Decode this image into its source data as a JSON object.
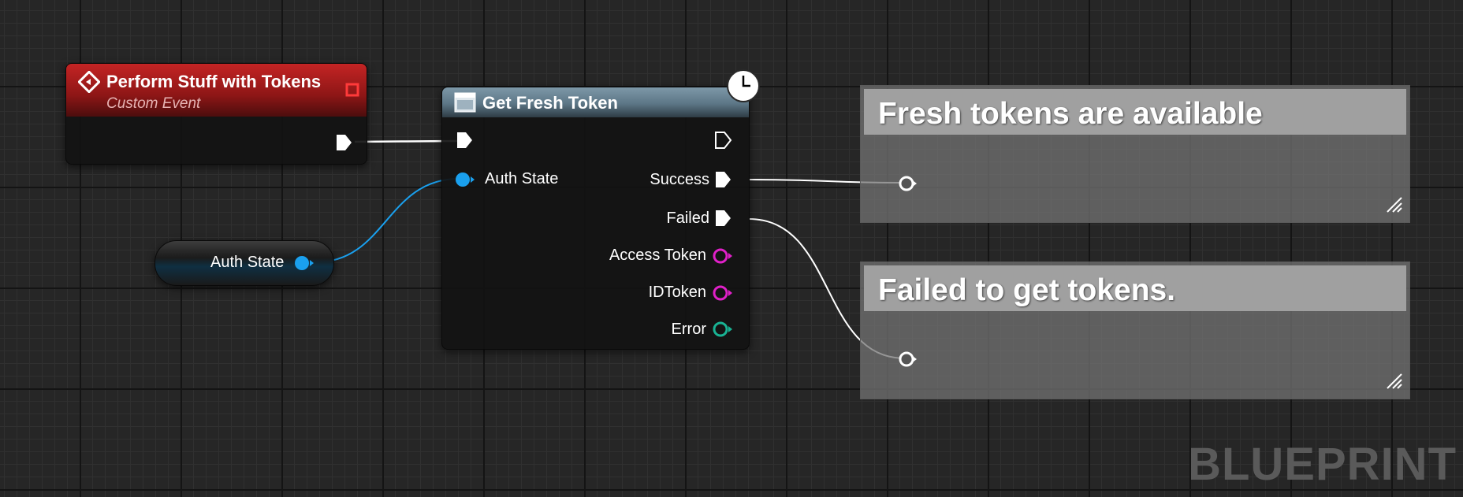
{
  "nodes": {
    "custom_event": {
      "title": "Perform Stuff with Tokens",
      "subtitle": "Custom Event"
    },
    "get_fresh_token": {
      "title": "Get Fresh Token",
      "input_pin": "Auth State",
      "outputs": {
        "success": "Success",
        "failed": "Failed",
        "access_token": "Access Token",
        "id_token": "IDToken",
        "error": "Error"
      }
    },
    "variable": {
      "label": "Auth State"
    }
  },
  "comments": {
    "fresh": "Fresh tokens are available",
    "failed": "Failed to get tokens."
  },
  "watermark": "BLUEPRINT",
  "colors": {
    "event_header": "#a01a1a",
    "function_header": "#5c7686",
    "auth_struct_pin": "#1aa0ee",
    "string_pin": "#e020c8",
    "error_pin": "#19b394",
    "exec": "#ffffff"
  }
}
